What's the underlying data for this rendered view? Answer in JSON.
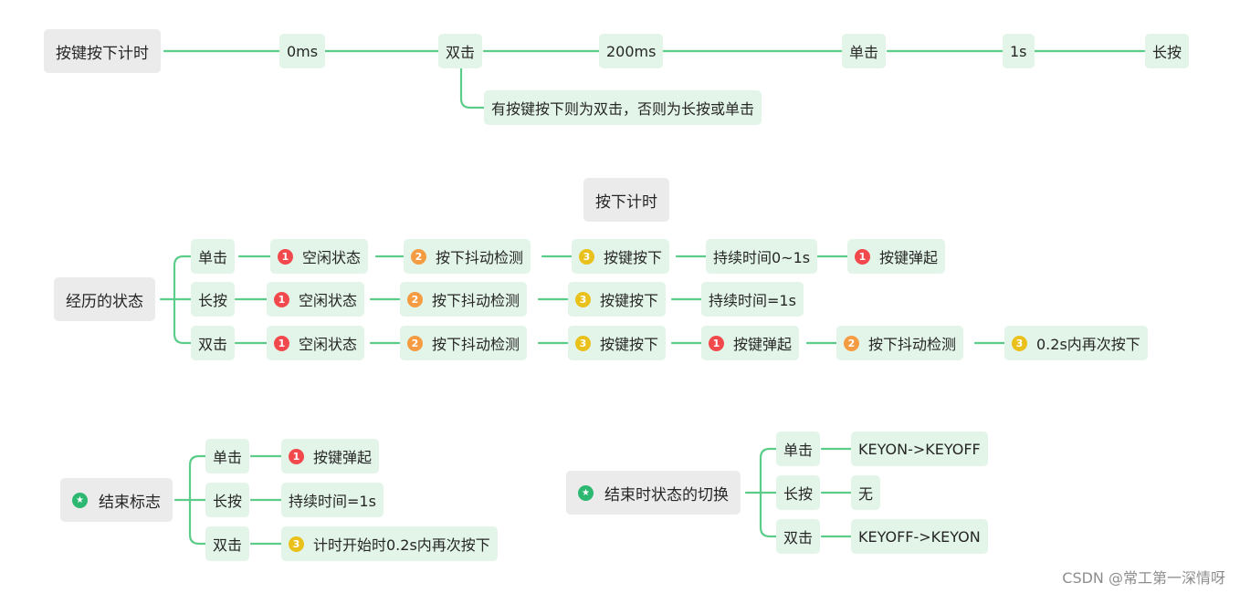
{
  "timeline": {
    "root": "按键按下计时",
    "steps": [
      "0ms",
      "双击",
      "200ms",
      "单击",
      "1s",
      "长按"
    ],
    "note": "有按键按下则为双击，否则为长按或单击"
  },
  "states": {
    "title": "按下计时",
    "root": "经历的状态",
    "branches": [
      {
        "label": "单击",
        "items": [
          "空闲状态",
          "按下抖动检测",
          "按键按下",
          "持续时间0~1s",
          "按键弹起"
        ]
      },
      {
        "label": "长按",
        "items": [
          "空闲状态",
          "按下抖动检测",
          "按键按下",
          "持续时间=1s"
        ]
      },
      {
        "label": "双击",
        "items": [
          "空闲状态",
          "按下抖动检测",
          "按键按下",
          "按键弹起",
          "按下抖动检测",
          "0.2s内再次按下"
        ]
      }
    ]
  },
  "end_flag": {
    "root": "结束标志",
    "branches": [
      {
        "label": "单击",
        "item": "按键弹起"
      },
      {
        "label": "长按",
        "item": "持续时间=1s"
      },
      {
        "label": "双击",
        "item": "计时开始时0.2s内再次按下"
      }
    ]
  },
  "end_switch": {
    "root": "结束时状态的切换",
    "branches": [
      {
        "label": "单击",
        "item": "KEYON->KEYOFF"
      },
      {
        "label": "长按",
        "item": "无"
      },
      {
        "label": "双击",
        "item": "KEYOFF->KEYON"
      }
    ]
  },
  "badges": {
    "one": "1",
    "two": "2",
    "three": "3",
    "star": "★"
  },
  "watermark": "CSDN @常工第一深情呀",
  "colors": {
    "line": "#5ccc8a",
    "node_bg": "#e3f5e8",
    "root_bg": "#ebebeb",
    "badge1": "#f2494c",
    "badge2": "#f59c42",
    "badge3": "#eac11a",
    "star": "#2cb870"
  }
}
